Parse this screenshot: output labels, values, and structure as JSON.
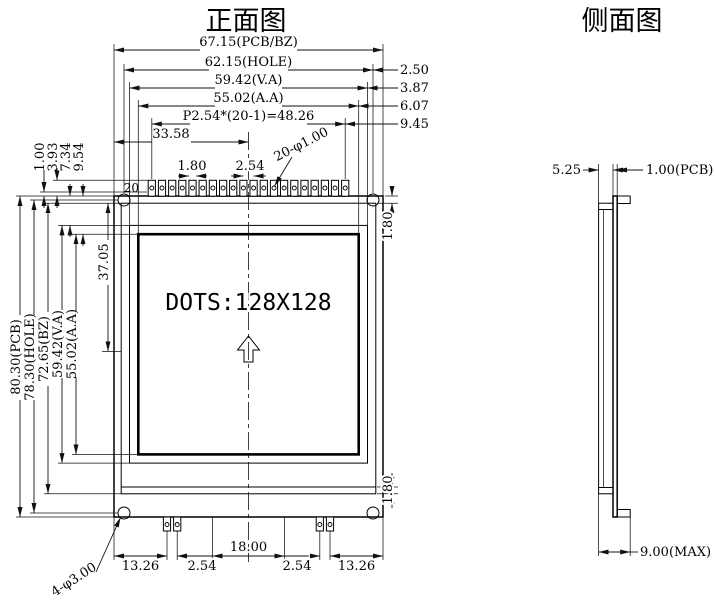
{
  "titles": {
    "front": "正面图",
    "side": "侧面图"
  },
  "front_view": {
    "display_label": "DOTS:128X128",
    "top_dims": {
      "pcb_width": "67.15(PCB/BZ)",
      "hole_width": "62.15(HOLE)",
      "va_width": "59.42(V.A)",
      "aa_width": "55.02(A.A)",
      "pin_pitch": "P2.54*(20-1)=48.26",
      "half_width": "33.58"
    },
    "right_offsets": {
      "o1": "2.50",
      "o2": "3.87",
      "o3": "6.07",
      "o4": "9.45"
    },
    "top_left_dims": {
      "d1": "1.00",
      "d2": "3.93",
      "d3": "7.34",
      "d4": "9.54"
    },
    "pin_area": {
      "pin_count": "20",
      "pin_hole_callout": "20-φ1.00",
      "pad_width": "1.80",
      "pad_pitch": "2.54"
    },
    "right_dims": {
      "top_gap": "1.80",
      "bottom_gap": "1.80"
    },
    "left_dims": {
      "pcb_height": "80.30(PCB)",
      "hole_height": "78.30(HOLE)",
      "bezel_height": "72.65(BZ)",
      "va_height": "59.42(V.A)",
      "aa_height": "55.02(A.A)",
      "bezel_to_arrow": "37.05"
    },
    "bottom_dims": {
      "left_edge": "13.26",
      "left_pitch": "2.54",
      "center_span": "18.00",
      "right_pitch": "2.54",
      "right_edge": "13.26",
      "mount_hole_callout": "4-φ3.00"
    }
  },
  "side_view": {
    "dims": {
      "module_thickness": "5.25",
      "pcb_thickness": "1.00(PCB)",
      "max_thickness": "9.00(MAX)"
    }
  }
}
